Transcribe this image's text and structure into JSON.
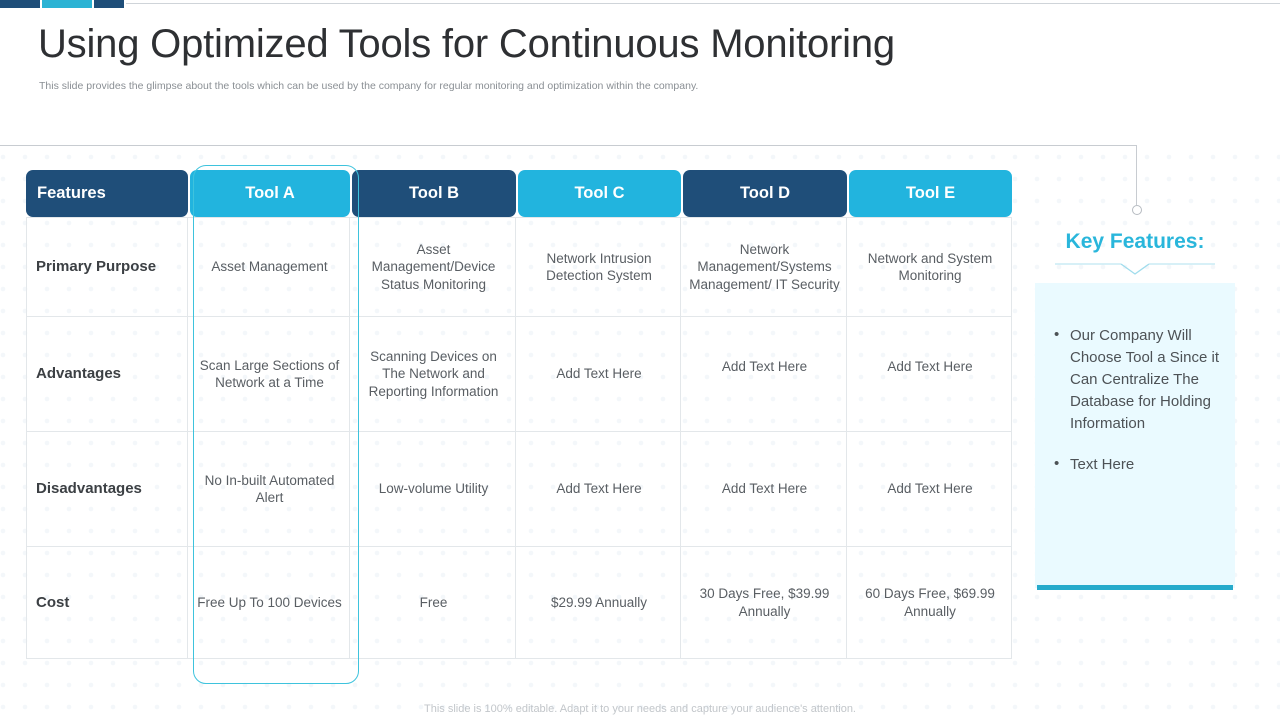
{
  "topbar": {
    "segments": [
      "#1f4e79",
      "#2bb3d4",
      "#1f4e79"
    ],
    "rule_color": "#cfd4d9"
  },
  "header": {
    "title": "Using Optimized Tools for Continuous Monitoring",
    "subtitle": "This slide provides the glimpse about the tools which can be used by the company for regular monitoring and optimization within the company."
  },
  "colors": {
    "navy": "#1f4e79",
    "cyan": "#22b4de",
    "accent_text": "#29b6db",
    "panel_bg": "#eafaff",
    "panel_bar": "#26aacb",
    "highlight_border": "#3ec3dd",
    "grid": "#e3e7ea"
  },
  "table": {
    "headers": [
      {
        "label": "Features",
        "color": "#1f4e79",
        "align": "left"
      },
      {
        "label": "Tool A",
        "color": "#22b4de",
        "align": "center"
      },
      {
        "label": "Tool B",
        "color": "#1f4e79",
        "align": "center"
      },
      {
        "label": "Tool C",
        "color": "#22b4de",
        "align": "center"
      },
      {
        "label": "Tool D",
        "color": "#1f4e79",
        "align": "center"
      },
      {
        "label": "Tool E",
        "color": "#22b4de",
        "align": "center"
      }
    ],
    "highlighted_column": "Tool A",
    "rows": [
      {
        "label": "Primary Purpose",
        "cells": [
          "Asset Management",
          "Asset Management/Device Status Monitoring",
          "Network Intrusion Detection System",
          "Network Management/Systems Management/ IT Security",
          "Network and System Monitoring"
        ]
      },
      {
        "label": "Advantages",
        "cells": [
          "Scan Large Sections of Network at a Time",
          "Scanning Devices on The Network and Reporting Information",
          "Add Text Here",
          "Add Text Here",
          "Add Text Here"
        ]
      },
      {
        "label": "Disadvantages",
        "cells": [
          "No In-built Automated Alert",
          "Low-volume Utility",
          "Add Text Here",
          "Add Text Here",
          "Add Text Here"
        ]
      },
      {
        "label": "Cost",
        "cells": [
          "Free Up To 100 Devices",
          "Free",
          "$29.99 Annually",
          "30 Days Free, $39.99 Annually",
          "60 Days Free, $69.99 Annually"
        ]
      }
    ]
  },
  "key_features": {
    "title": "Key Features:",
    "items": [
      "Our Company Will Choose Tool a Since it Can Centralize The Database for Holding Information",
      "Text Here"
    ]
  },
  "footer": {
    "note": "This slide is 100% editable. Adapt it to your needs and capture your audience's attention."
  }
}
